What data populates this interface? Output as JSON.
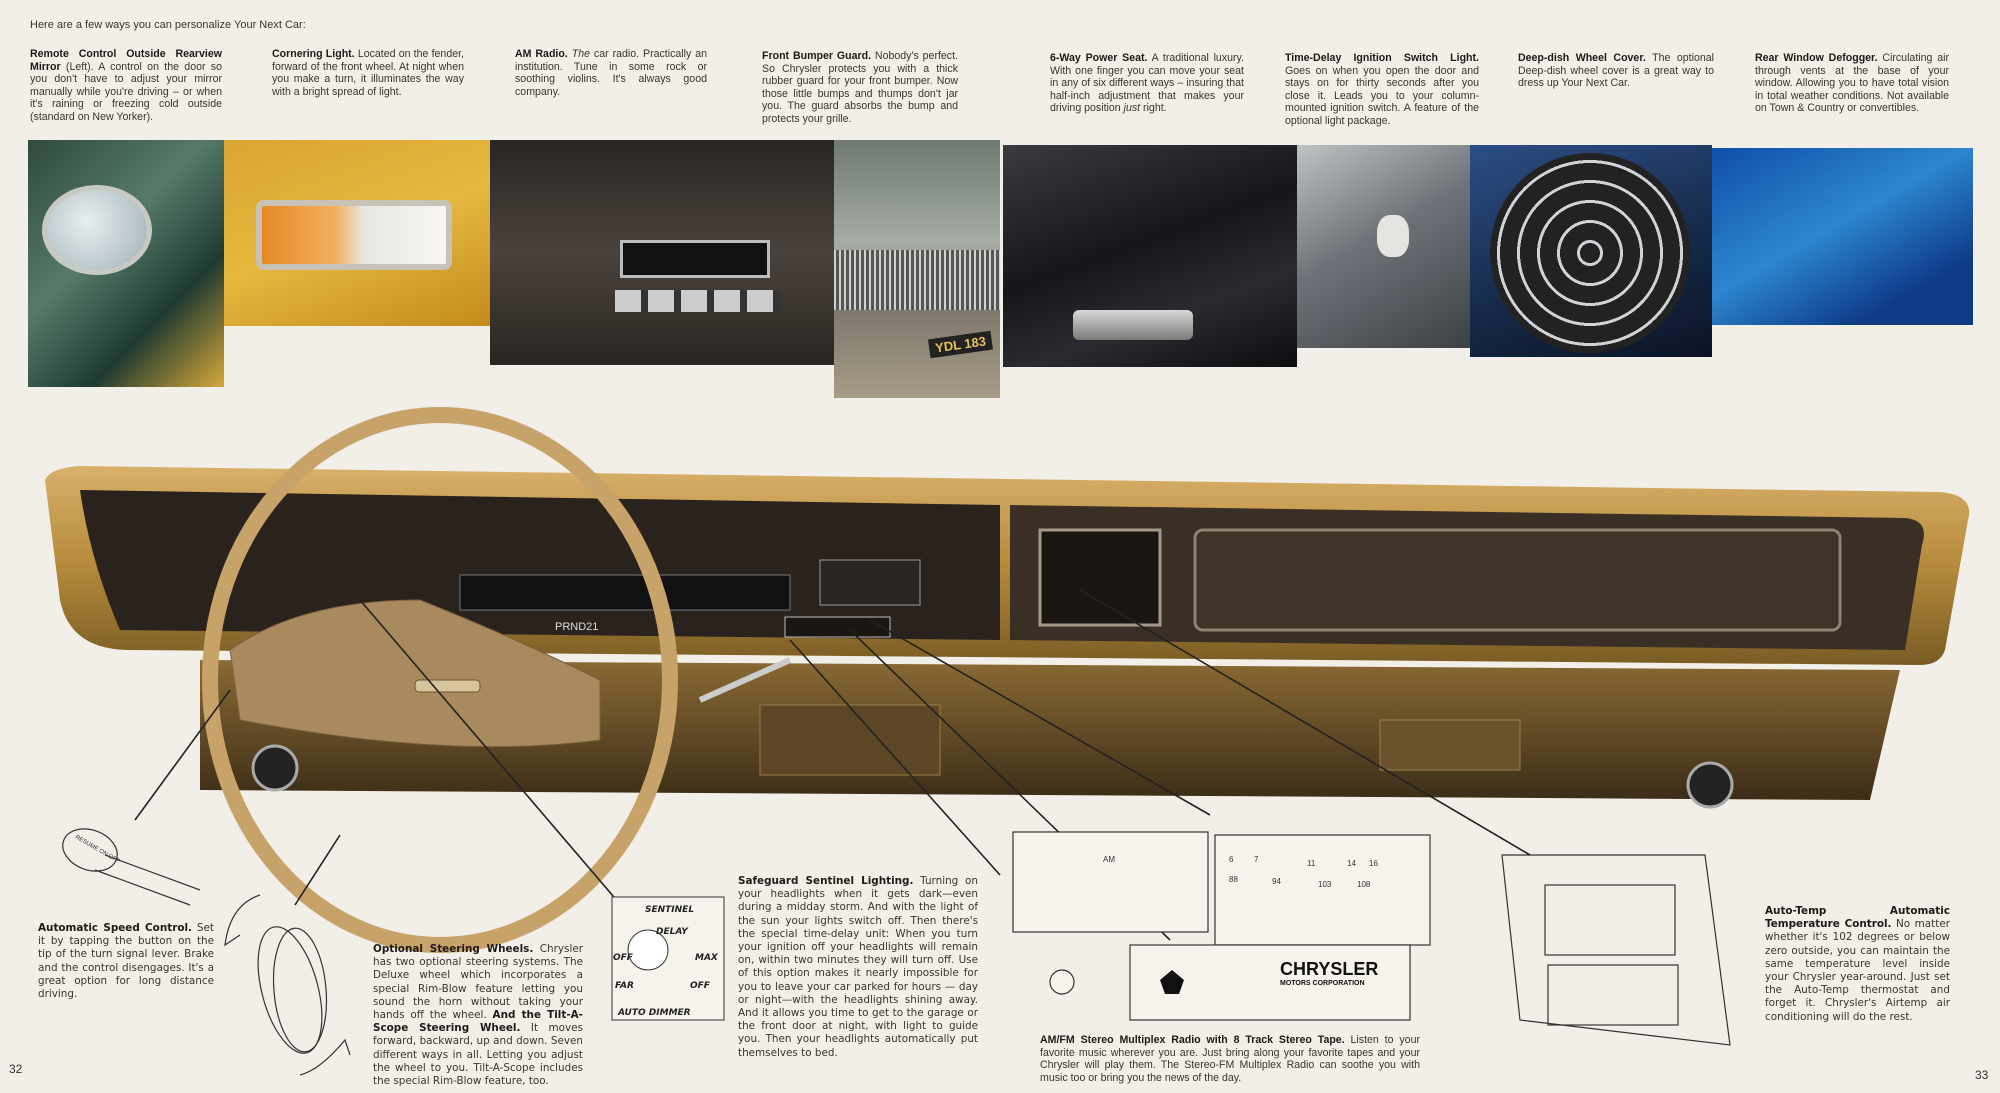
{
  "intro": "Here are a few ways you can personalize Your Next Car:",
  "features_top": [
    {
      "title": "Remote Control Outside Rearview Mirror",
      "body": " (Left). A control on the door so you don't have to adjust your mirror manually while you're driving – or when it's raining or freezing cold outside (standard on New Yorker)."
    },
    {
      "title": "Cornering Light.",
      "body": " Located on the fender, forward of the front wheel. At night when you make a turn, it illuminates the way with a bright spread of light."
    },
    {
      "title": "AM Radio.",
      "italic": "The",
      "body": " car radio. Practically an institution. Tune in some rock or soothing violins. It's always good company."
    },
    {
      "title": "Front Bumper Guard.",
      "body": " Nobody's perfect. So Chrysler protects you with a thick rubber guard for your front bumper. Now those little bumps and thumps don't jar you. The guard absorbs the bump and protects your grille."
    },
    {
      "title": "6-Way Power Seat.",
      "body": " A traditional luxury. With one finger you can move your seat in any of six different ways – insuring that half-inch adjustment that makes your driving position ",
      "italic_end": "just",
      "body_end": " right."
    },
    {
      "title": "Time-Delay Ignition Switch Light.",
      "body": " Goes on when you open the door and stays on for thirty seconds after you close it. Leads you to your column-mounted ignition switch. A feature of the optional light package."
    },
    {
      "title": "Deep-dish Wheel Cover.",
      "body": " The optional Deep-dish wheel cover is a great way to dress up Your Next Car."
    },
    {
      "title": "Rear Window Defogger.",
      "body": " Circulating air through vents at the base of your window. Allowing you to have total vision in total weather conditions. Not available on Town & Country or convertibles."
    }
  ],
  "features_bottom": {
    "speed_control": {
      "title": "Automatic Speed Control.",
      "body": " Set it by tapping the button on the tip of the turn signal lever. Brake and the control disengages. It's a great option for long distance driving."
    },
    "steering": {
      "title": "Optional Steering Wheels.",
      "body": " Chrysler has two optional steering systems. The Deluxe wheel which incorporates a special Rim-Blow feature letting you sound the horn without taking your hands off the wheel. ",
      "title2": "And the Tilt-A-Scope Steering Wheel.",
      "body2": " It moves forward, backward, up and down. Seven different ways in all. Letting you adjust the wheel to you. Tilt-A-Scope includes the special Rim-Blow feature, too."
    },
    "sentinel": {
      "title": "Safeguard Sentinel Lighting.",
      "body": " Turning on your headlights when it gets dark—even during a midday storm. And with the light of the sun your lights switch off. Then there's the special time-delay unit: When you turn your ignition off your headlights will remain on, within two minutes they will turn off. Use of this option makes it nearly impossible for you to leave your car parked for hours — day or night—with the headlights shining away. And it allows you time to get to the garage or the front door at night, with light to guide you. Then your headlights automatically put themselves to bed."
    },
    "radio": {
      "title": "AM/FM Stereo Multiplex Radio with 8 Track Stereo Tape.",
      "body": " Listen to your favorite music wherever you are. Just bring along your favorite tapes and your Chrysler will play them. The Stereo-FM Multiplex Radio can soothe you with music too or bring you the news of the day."
    },
    "autotemp": {
      "title": "Auto-Temp Automatic Temperature Control.",
      "body": " No matter whether it's 102 degrees or below zero outside, you can maintain the same temperature level inside your Chrysler year-around. Just set the Auto-Temp thermostat and forget it. Chrysler's Airtemp air conditioning will do the rest."
    }
  },
  "illustrations": {
    "sentinel_labels": {
      "top": "SENTINEL",
      "delay": "DELAY",
      "off_left": "OFF",
      "max": "MAX",
      "far": "FAR",
      "off_right": "OFF",
      "bottom": "AUTO DIMMER"
    },
    "radio_labels": {
      "am": "AM",
      "brand": "CHRYSLER",
      "brand_sub": "MOTORS CORPORATION",
      "dial_top": [
        "6",
        "7",
        "11",
        "14",
        "16"
      ],
      "dial_bottom": [
        "88",
        "94",
        "103",
        "108"
      ]
    },
    "speed_knob": "RESUME ON OFF",
    "plate": "YDL 183",
    "gear": "PRND21"
  },
  "pages": {
    "left": "32",
    "right": "33"
  }
}
